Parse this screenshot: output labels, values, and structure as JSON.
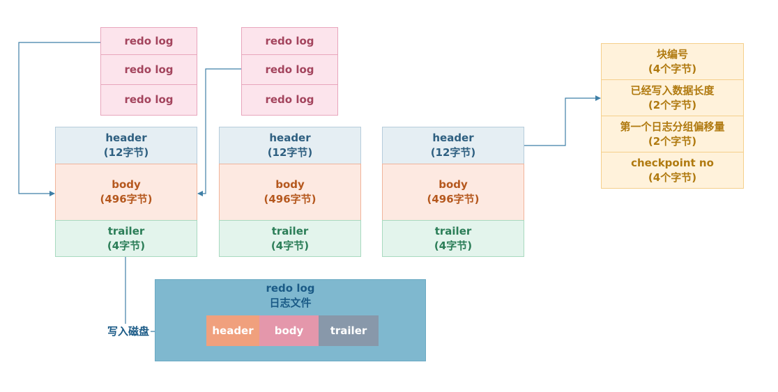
{
  "redo_log_groups": [
    {
      "items": [
        "redo log",
        "redo log",
        "redo log"
      ]
    },
    {
      "items": [
        "redo log",
        "redo log",
        "redo log"
      ]
    }
  ],
  "blocks": [
    {
      "header": [
        "header",
        "(12字节)"
      ],
      "body": [
        "body",
        "(496字节)"
      ],
      "trailer": [
        "trailer",
        "(4字节)"
      ]
    },
    {
      "header": [
        "header",
        "(12字节)"
      ],
      "body": [
        "body",
        "(496字节)"
      ],
      "trailer": [
        "trailer",
        "(4字节)"
      ]
    },
    {
      "header": [
        "header",
        "(12字节)"
      ],
      "body": [
        "body",
        "(496字节)"
      ],
      "trailer": [
        "trailer",
        "(4字节)"
      ]
    }
  ],
  "header_detail": [
    [
      "块编号",
      "(4个字节)"
    ],
    [
      "已经写入数据长度",
      "(2个字节)"
    ],
    [
      "第一个日志分组偏移量",
      "(2个字节)"
    ],
    [
      "checkpoint no",
      "(4个字节)"
    ]
  ],
  "redo_file": {
    "title_line1": "redo log",
    "title_line2": "日志文件",
    "segments": [
      "header",
      "body",
      "trailer"
    ]
  },
  "write_label": "写入磁盘",
  "colors": {
    "connector": "#3f7fa6",
    "segment_header": "#f0a07d",
    "segment_body": "#e497ab",
    "segment_trailer": "#8898aa"
  }
}
